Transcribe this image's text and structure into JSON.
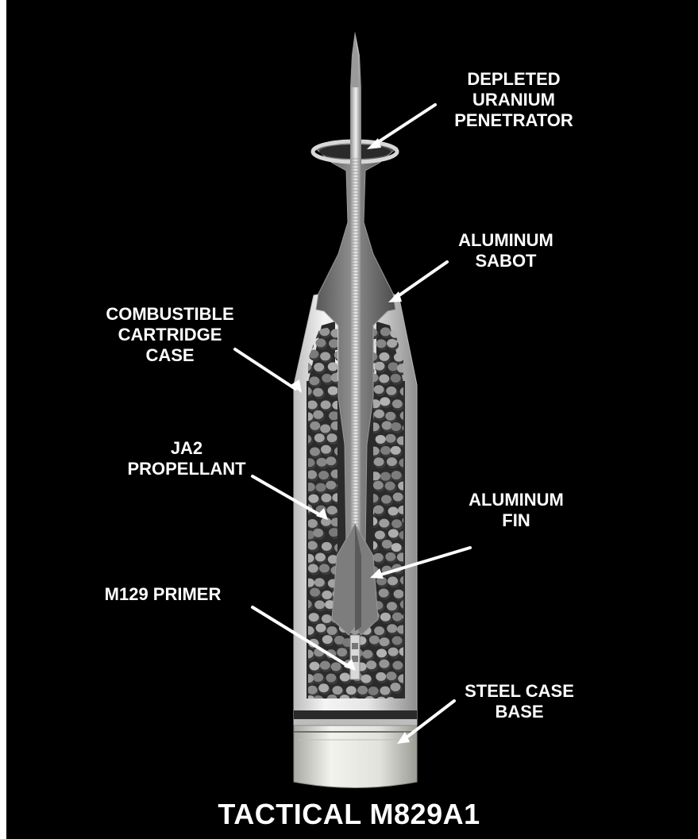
{
  "title": "TACTICAL M829A1",
  "labels": {
    "penetrator": [
      "DEPLETED",
      "URANIUM",
      "PENETRATOR"
    ],
    "sabot": [
      "ALUMINUM",
      "SABOT"
    ],
    "cartridge": [
      "COMBUSTIBLE",
      "CARTRIDGE",
      "CASE"
    ],
    "propellant": [
      "JA2",
      "PROPELLANT"
    ],
    "fin": [
      "ALUMINUM",
      "FIN"
    ],
    "primer": [
      "M129 PRIMER"
    ],
    "base": [
      "STEEL CASE",
      "BASE"
    ]
  },
  "colors": {
    "background": "#000000",
    "text": "#ffffff",
    "case_shell": "#eaeaea",
    "propellant_light": "#9a9a9a",
    "propellant_dark": "#3a3a3a",
    "sabot": "#7a7a7a",
    "penetrator": "#cfcfcf",
    "steel_base": "#e2e2dd"
  }
}
